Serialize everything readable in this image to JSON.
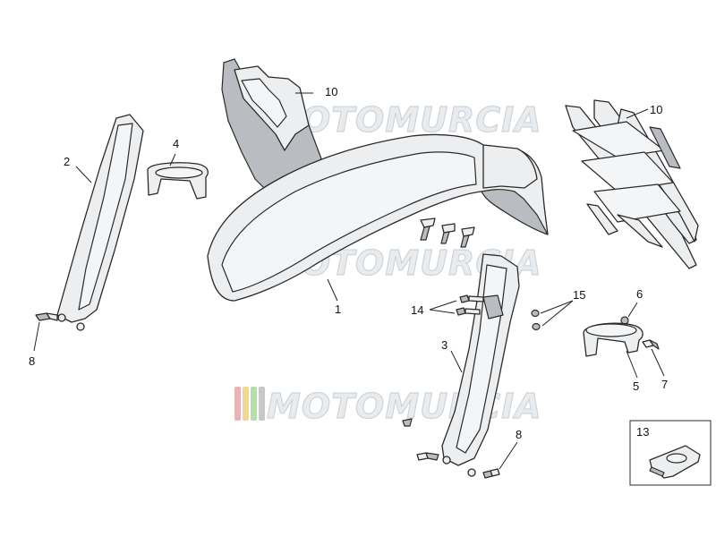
{
  "watermark": {
    "text": "MOTOMURCIA",
    "stripe_colors": [
      "#e8b4b4",
      "#f0d890",
      "#b8ddb0",
      "#c8c8c8"
    ]
  },
  "callouts": {
    "c1": "1",
    "c2": "2",
    "c3": "3",
    "c4": "4",
    "c5": "5",
    "c6": "6",
    "c7": "7",
    "c8a": "8",
    "c8b": "8",
    "c10a": "10",
    "c10b": "10",
    "c13": "13",
    "c14": "14",
    "c15": "15"
  }
}
